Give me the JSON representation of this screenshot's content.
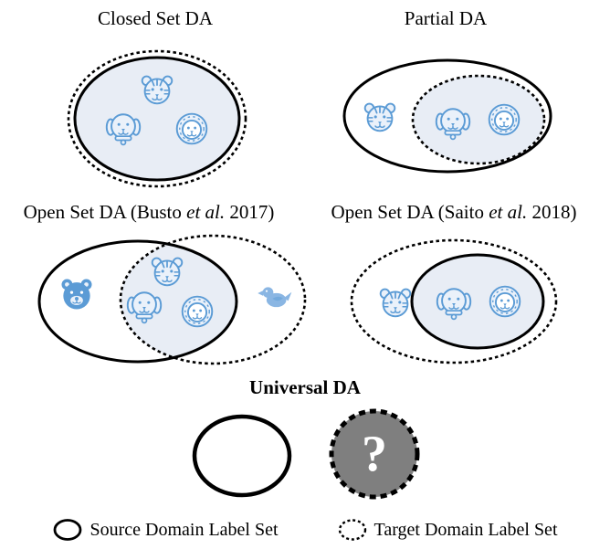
{
  "figure": {
    "panels": {
      "closed_set": {
        "title": "Closed Set DA",
        "shared_icons": [
          "tiger",
          "dog",
          "lion"
        ]
      },
      "partial": {
        "title": "Partial DA",
        "source_only_icons": [
          "tiger"
        ],
        "shared_icons": [
          "dog",
          "lion"
        ]
      },
      "open_set_busto": {
        "title_pre": "Open Set DA (Busto ",
        "title_italic": "et al.",
        "title_post": " 2017)",
        "source_only_icons": [
          "bear"
        ],
        "shared_icons": [
          "tiger",
          "dog",
          "lion"
        ],
        "target_only_icons": [
          "bird"
        ]
      },
      "open_set_saito": {
        "title_pre": "Open Set DA (Saito ",
        "title_italic": "et al.",
        "title_post": " 2018)",
        "shared_icons": [
          "dog",
          "lion"
        ],
        "target_only_icons": [
          "tiger"
        ]
      },
      "universal": {
        "title": "Universal DA",
        "unknown_mark": "?"
      }
    },
    "legend": {
      "source": "Source Domain Label Set",
      "target": "Target Domain Label Set"
    },
    "colors": {
      "icon_blue": "#5b9bd5",
      "bird_blue": "#8ab6e3",
      "icon_fill": "#eaf1fa",
      "region_fill": "#e8edf5",
      "unknown_gray": "#7f7f7f",
      "stroke_black": "#000000"
    }
  }
}
